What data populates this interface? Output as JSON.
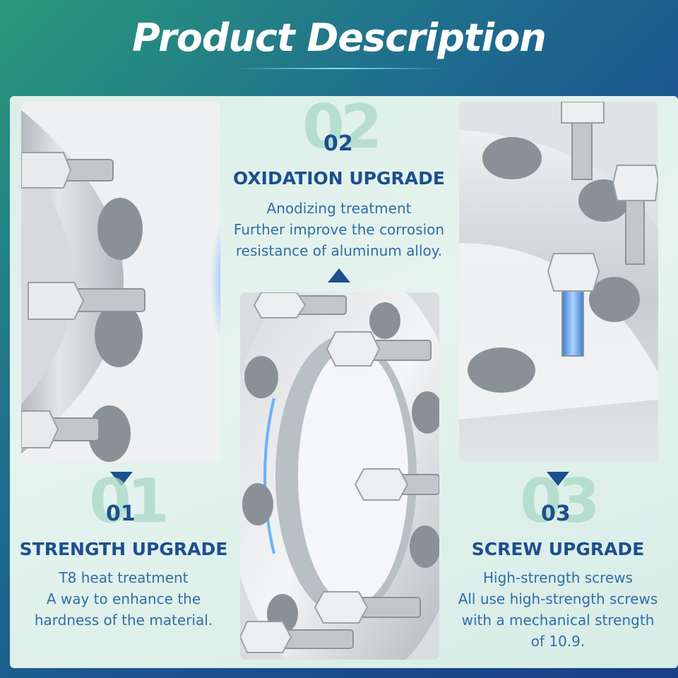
{
  "header": {
    "title": "Product Description"
  },
  "features": [
    {
      "number": "01",
      "ghost": "01",
      "heading": "STRENGTH UPGRADE",
      "lines": [
        "T8 heat treatment",
        "A way to enhance the",
        "hardness of the material."
      ]
    },
    {
      "number": "02",
      "ghost": "02",
      "heading": "OXIDATION UPGRADE",
      "lines": [
        "Anodizing treatment",
        "Further improve the corrosion",
        "resistance of aluminum alloy."
      ]
    },
    {
      "number": "03",
      "ghost": "03",
      "heading": "SCREW UPGRADE",
      "lines": [
        "High-strength screws",
        "All use high-strength screws",
        "with a mechanical strength",
        "of 10.9."
      ]
    }
  ],
  "colors": {
    "accent": "#1b4f8f",
    "text": "#2f6ea8",
    "panel": "#e0f0ea"
  }
}
